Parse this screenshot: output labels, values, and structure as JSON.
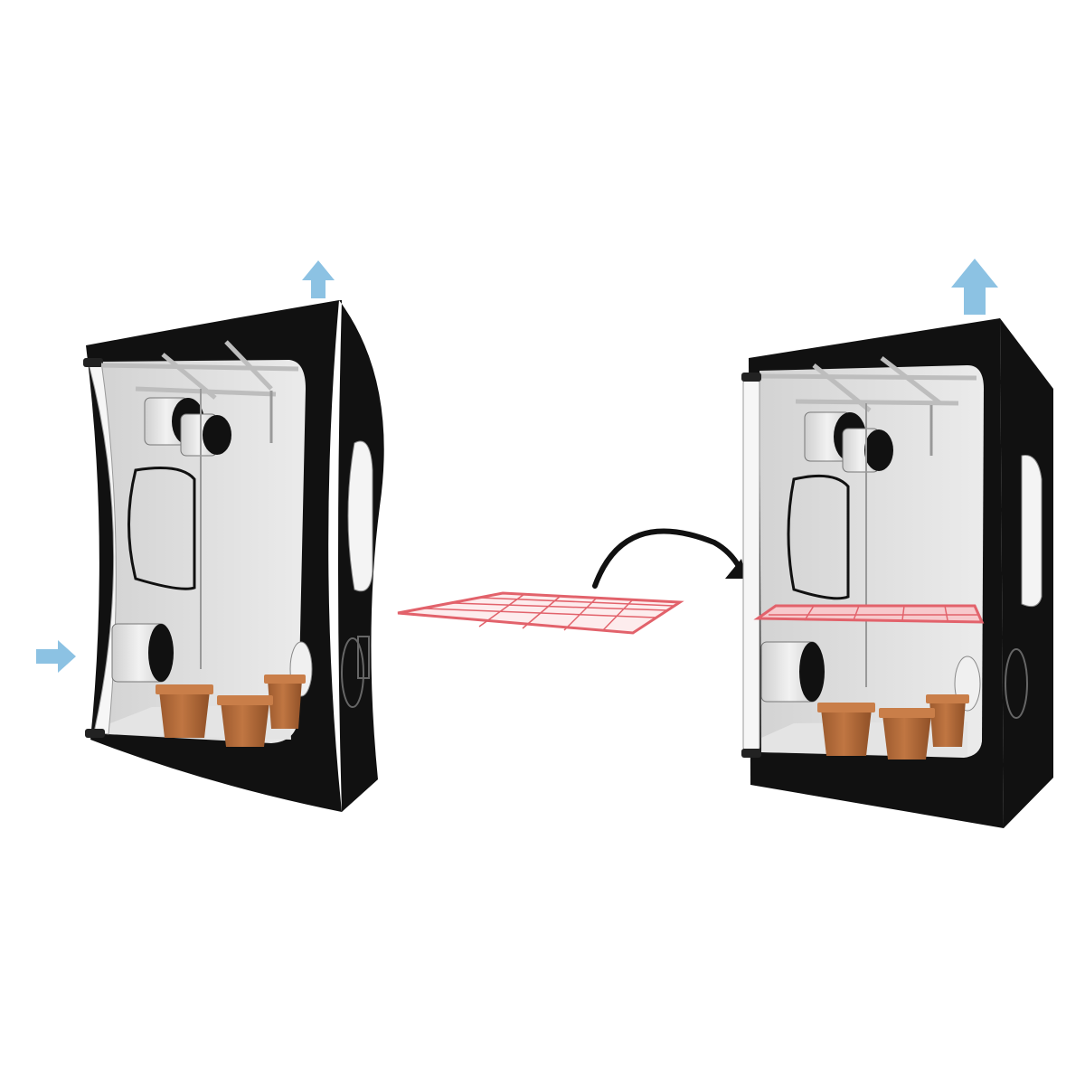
{
  "colors": {
    "background": "#ffffff",
    "tent_fabric": "#111111",
    "tent_interior": "#dcdcdc",
    "tent_highlight": "#f4f4f4",
    "frame_pole": "#e8e8e8",
    "airflow_arrow": "#8cc2e3",
    "shelf_net": "#e2626b",
    "shelf_fill": "#f7c9cc",
    "pot": "#b46a3a",
    "pot_rim": "#c97e49",
    "fan": "#e6e6e6",
    "action_arrow": "#111111"
  },
  "icons": {
    "exhaust_arrow": "arrow-up-icon",
    "intake_arrow": "arrow-right-icon",
    "move_arrow": "curved-arrow-icon"
  },
  "scene": {
    "left_tent": {
      "pots": 3,
      "has_shelf": false
    },
    "shelf_net": {
      "state": "detached"
    },
    "right_tent": {
      "pots": 3,
      "has_shelf": true
    }
  }
}
